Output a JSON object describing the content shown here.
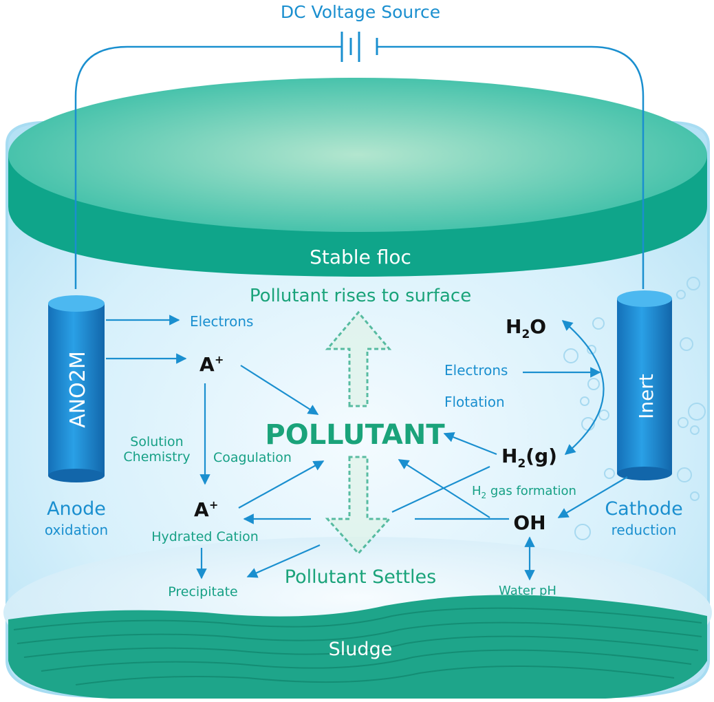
{
  "title": "DC Voltage Source",
  "floc_label": "Stable floc",
  "sludge_label": "Sludge",
  "rises_label": "Pollutant rises to surface",
  "settles_label": "Pollutant Settles",
  "pollutant_label": "POLLUTANT",
  "anode": {
    "electrode_label": "ANO2M",
    "name": "Anode",
    "process": "oxidation"
  },
  "cathode": {
    "electrode_label": "Inert",
    "name": "Cathode",
    "process": "reduction"
  },
  "left": {
    "electrons": "Electrons",
    "cation_top": "A",
    "cation_top_sup": "+",
    "solution_line1": "Solution",
    "solution_line2": "Chemistry",
    "coagulation": "Coagulation",
    "cation_bottom": "A",
    "cation_bottom_sup": "+",
    "hydrated": "Hydrated Cation",
    "precipitate": "Precipitate"
  },
  "right": {
    "h2o_main": "H",
    "h2o_sub": "2",
    "h2o_end": "O",
    "electrons": "Electrons",
    "flotation": "Flotation",
    "h2g_main": "H",
    "h2g_sub": "2",
    "h2g_end": "(g)",
    "h2gas_main": "H",
    "h2gas_sub": "2",
    "h2gas_end": " gas formation",
    "oh": "OH",
    "water_ph": "Water pH"
  },
  "colors": {
    "accent_blue": "#1a8fcf",
    "teal": "#16a085",
    "floc": "#0fa58a",
    "tank": "#c6e9f8"
  }
}
